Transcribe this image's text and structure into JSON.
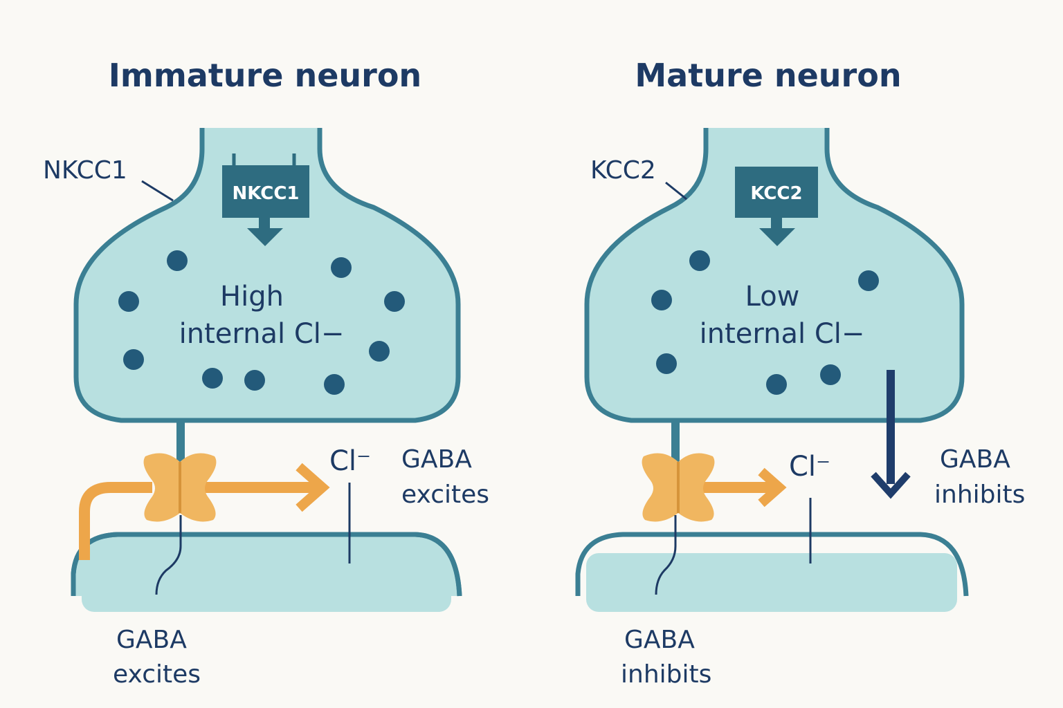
{
  "colors": {
    "background": "#faf9f5",
    "cell_fill": "#b8e0e0",
    "cell_stroke": "#3b7f93",
    "text": "#1d3a64",
    "transporter_box": "#2e6c80",
    "channel": "#f0b660",
    "arrow_orange": "#eda64a",
    "ion_dot": "#235a7a",
    "arrow_dark": "#1f3d6b"
  },
  "left": {
    "title": "Immature neuron",
    "transporter_callout": "NKCC1",
    "transporter_box": "NKCC1",
    "chloride_line1": "High",
    "chloride_line2": "internal Cl−",
    "ion_label": "Cl⁻",
    "effect_line1": "GABA",
    "effect_line2": "excites",
    "bottom_line1": "GABA",
    "bottom_line2": "excites"
  },
  "right": {
    "title": "Mature neuron",
    "transporter_callout": "KCC2",
    "transporter_box": "KCC2",
    "chloride_line1": "Low",
    "chloride_line2": "internal Cl−",
    "ion_label": "Cl⁻",
    "effect_line1": "GABA",
    "effect_line2": "inhibits",
    "bottom_line1": "GABA",
    "bottom_line2": "inhibits"
  }
}
